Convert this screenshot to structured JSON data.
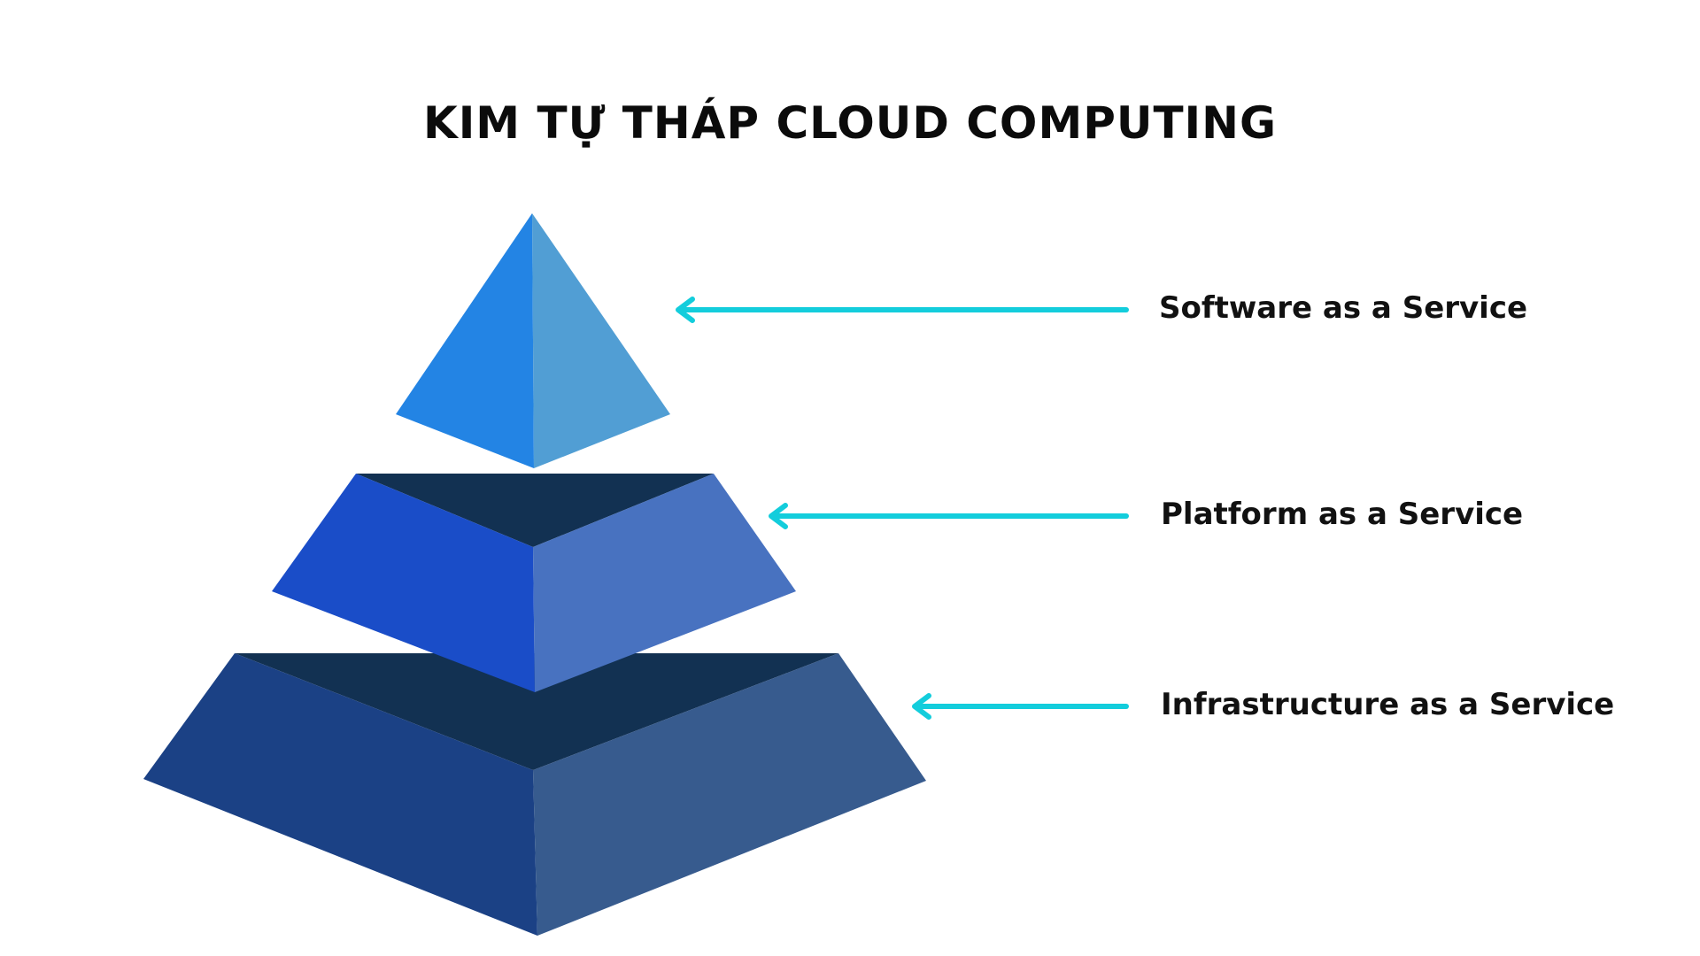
{
  "title": "KIM TỰ THÁP CLOUD COMPUTING",
  "layers": [
    {
      "label": "Software as a Service"
    },
    {
      "label": "Platform as a Service"
    },
    {
      "label": "Infrastructure as a Service"
    }
  ],
  "colors": {
    "top_left": "#2384E4",
    "top_right": "#519ED4",
    "middle_left": "#1A4DC8",
    "middle_right": "#4872C0",
    "middle_top_face": "#123152",
    "bottom_left": "#1B4185",
    "bottom_right": "#375B8E",
    "bottom_top_face": "#123152",
    "arrow": "#13CDDC",
    "text": "#111111"
  }
}
